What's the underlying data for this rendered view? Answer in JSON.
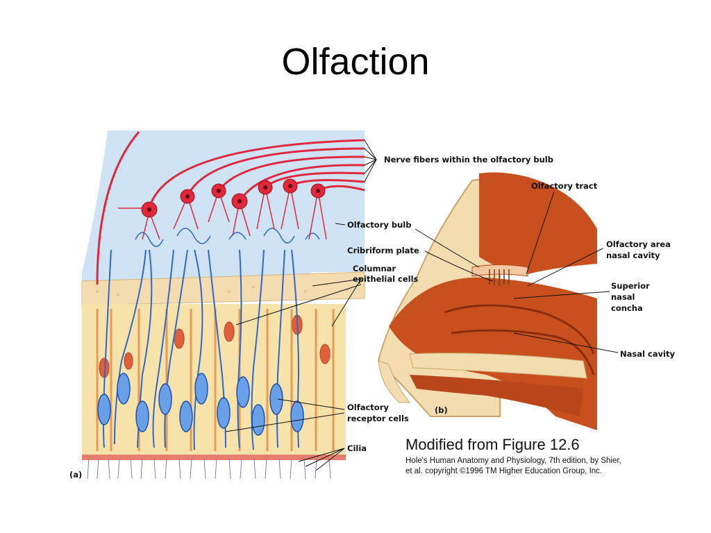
{
  "title": "Olfaction",
  "labels": {
    "nerve_fibers": "Nerve fibers within the olfactory bulb",
    "olfactory_tract": "Olfactory tract",
    "olfactory_bulb": "Olfactory bulb",
    "cribriform_plate": "Cribriform plate",
    "olfactory_area_1": "Olfactory area",
    "olfactory_area_2": "nasal cavity",
    "columnar_1": "Columnar",
    "columnar_2": "epithelial cells",
    "superior_1": "Superior",
    "superior_2": "nasal",
    "superior_3": "concha",
    "nasal_cavity": "Nasal cavity",
    "receptor_1": "Olfactory",
    "receptor_2": "receptor cells",
    "cilia": "Cilia",
    "panel_a": "(a)",
    "panel_b": "(b)"
  },
  "caption": {
    "title": "Modified from Figure 12.6",
    "line1": "Hole's Human Anatomy and Physiology, 7th edition, by Shier,",
    "line2": "et al. copyright ©1996 TM Higher Education Group, Inc."
  },
  "colors": {
    "bulb_bg": "#cfe3f5",
    "plate": "#f3dcb0",
    "epithelium": "#f7e2a9",
    "nerve_red": "#e0283c",
    "receptor_blue": "#2e68c8",
    "nasal_tissue": "#c8501e"
  }
}
